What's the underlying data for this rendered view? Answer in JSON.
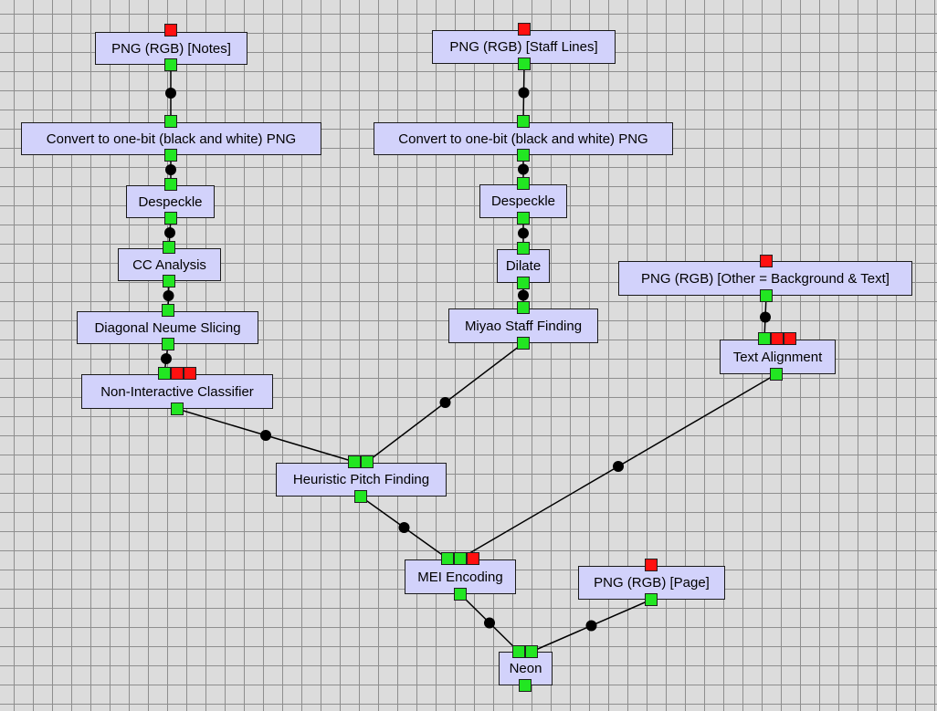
{
  "colors": {
    "job_fill": "#d2d2fb",
    "output_port": "#22e622",
    "unsatisfied_input_port": "#ff1010",
    "satisfied_input_port": "#22e622",
    "connection": "#000000",
    "canvas": "#dcdcdc",
    "grid": "#8e8e8e"
  },
  "workflow": {
    "jobs": {
      "png_notes": "PNG (RGB) [Notes]",
      "onebit_notes": "Convert to one-bit (black and white) PNG",
      "despeckle_notes": "Despeckle",
      "cc_analysis": "CC Analysis",
      "diagonal_slicing": "Diagonal Neume Slicing",
      "classifier": "Non-Interactive Classifier",
      "png_staff": "PNG (RGB) [Staff Lines]",
      "onebit_staff": "Convert to one-bit (black and white) PNG",
      "despeckle_staff": "Despeckle",
      "dilate": "Dilate",
      "miyao": "Miyao Staff Finding",
      "png_other": "PNG (RGB) [Other = Background & Text]",
      "text_alignment": "Text Alignment",
      "pitch_finding": "Heuristic Pitch Finding",
      "mei_encoding": "MEI Encoding",
      "png_page": "PNG (RGB) [Page]",
      "neon": "Neon"
    }
  }
}
